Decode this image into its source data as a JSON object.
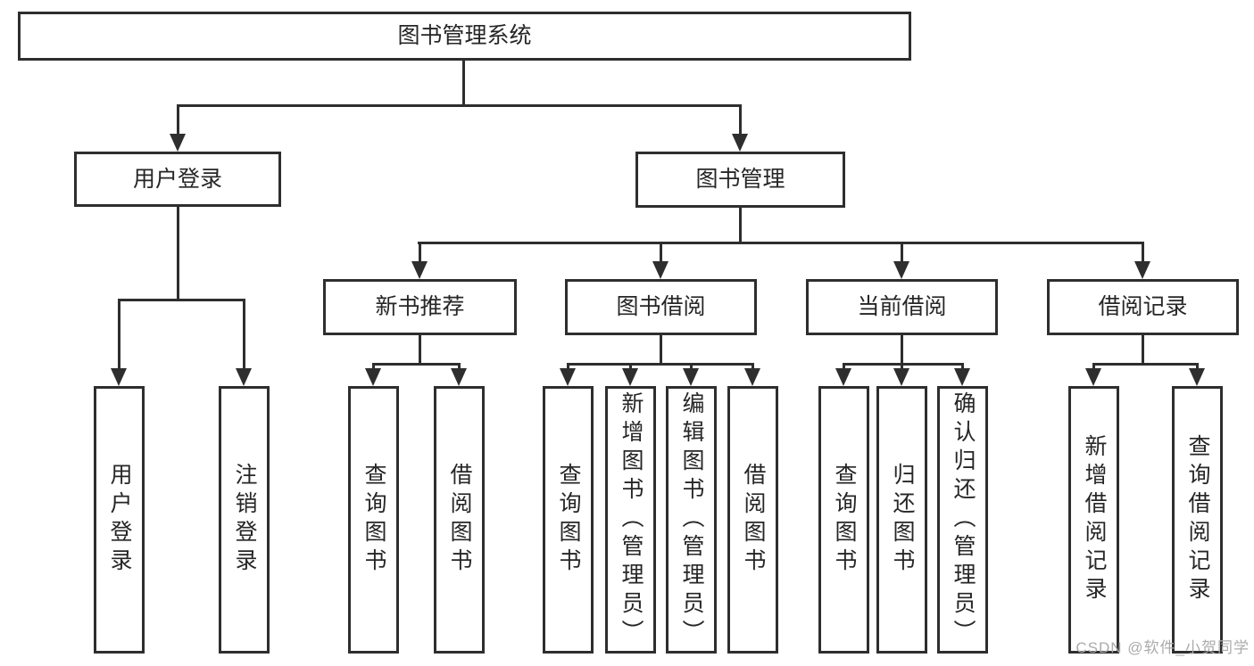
{
  "tree": {
    "root": {
      "label": "图书管理系统",
      "children": [
        {
          "label": "用户登录",
          "children": [
            {
              "label": "用户登录"
            },
            {
              "label": "注销登录"
            }
          ]
        },
        {
          "label": "图书管理",
          "children": [
            {
              "label": "新书推荐",
              "children": [
                {
                  "label": "查询图书"
                },
                {
                  "label": "借阅图书"
                }
              ]
            },
            {
              "label": "图书借阅",
              "children": [
                {
                  "label": "查询图书"
                },
                {
                  "label": "新增图书（管理员）"
                },
                {
                  "label": "编辑图书（管理员）"
                },
                {
                  "label": "借阅图书"
                }
              ]
            },
            {
              "label": "当前借阅",
              "children": [
                {
                  "label": "查询图书"
                },
                {
                  "label": "归还图书"
                },
                {
                  "label": "确认归还（管理员）"
                }
              ]
            },
            {
              "label": "借阅记录",
              "children": [
                {
                  "label": "新增借阅记录"
                },
                {
                  "label": "查询借阅记录"
                }
              ]
            }
          ]
        }
      ]
    }
  },
  "watermark": {
    "text": "CSDN @软件_小贺同学"
  },
  "colors": {
    "line": "#2e2e2e",
    "text": "#262626",
    "background": "#ffffff",
    "watermark": "#ababab"
  }
}
